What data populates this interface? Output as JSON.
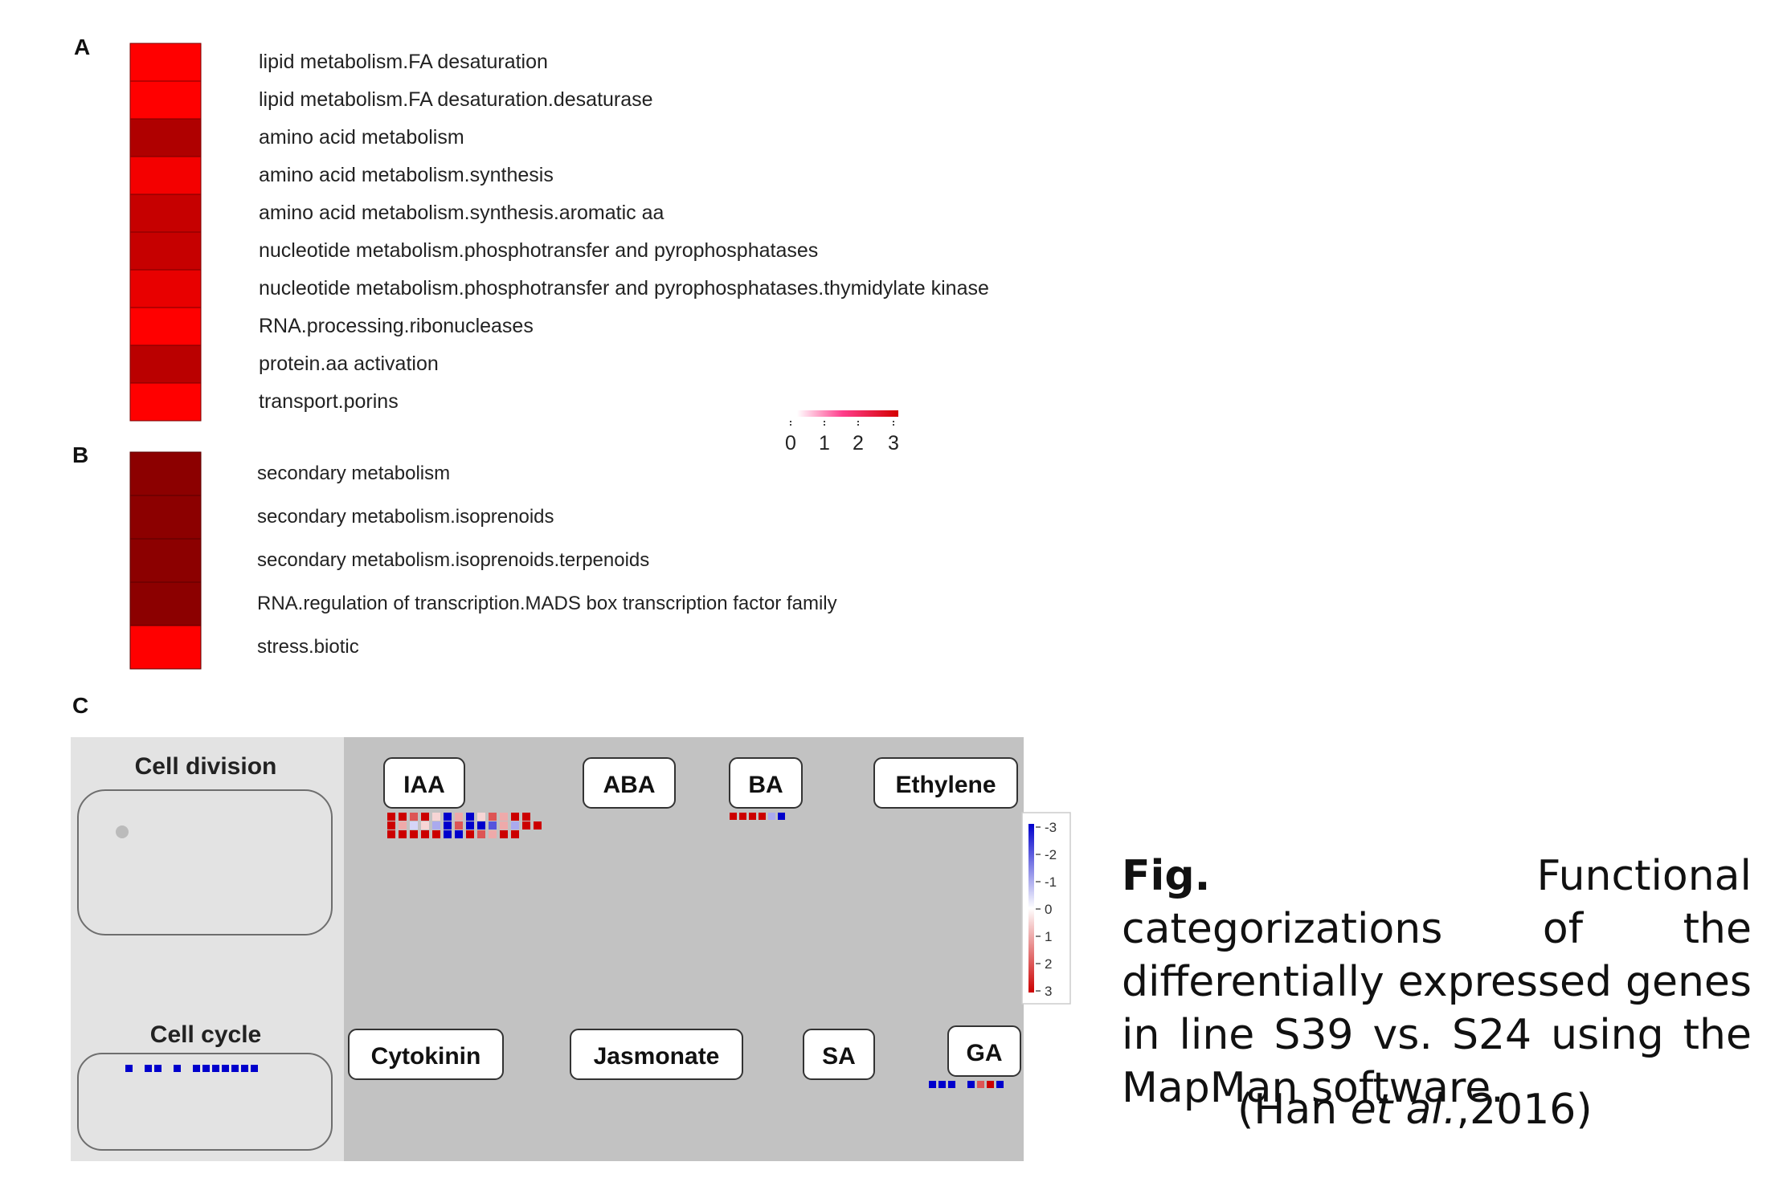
{
  "chart_data": [
    {
      "type": "heatmap",
      "panel_label": "A",
      "categories": [
        "lipid metabolism.FA desaturation",
        "lipid metabolism.FA desaturation.desaturase",
        "amino acid metabolism",
        "amino acid metabolism.synthesis",
        "amino acid metabolism.synthesis.aromatic aa",
        "nucleotide metabolism.phosphotransfer and pyrophosphatases",
        "nucleotide metabolism.phosphotransfer and pyrophosphatases.thymidylate kinase",
        "RNA.processing.ribonucleases",
        "protein.aa activation",
        "transport.porins"
      ],
      "values": [
        2.3,
        2.3,
        3.0,
        2.4,
        2.8,
        2.8,
        2.5,
        2.3,
        2.9,
        2.3
      ],
      "colorscale": {
        "min": 0,
        "max": 3,
        "ticks": [
          "0",
          "1",
          "2",
          "3"
        ],
        "low": "#ffffff",
        "mid": "#ff1a6e",
        "high": "#cc0000"
      }
    },
    {
      "type": "heatmap",
      "panel_label": "B",
      "categories": [
        "secondary metabolism",
        "secondary metabolism.isoprenoids",
        "secondary metabolism.isoprenoids.terpenoids",
        "RNA.regulation of transcription.MADS box transcription factor family",
        "stress.biotic"
      ],
      "values": [
        3.3,
        3.3,
        3.3,
        3.3,
        2.3
      ],
      "colors": [
        "#8c0000",
        "#8c0000",
        "#8c0000",
        "#8c0000",
        "#ff0000"
      ]
    },
    {
      "type": "heatmap",
      "panel_label": "C",
      "groups": [
        {
          "label": "Cell division",
          "values": []
        },
        {
          "label": "Cell cycle",
          "values": [
            -3,
            0,
            -3,
            -3,
            0,
            -3,
            0,
            -3,
            -3,
            -3,
            -3,
            -3,
            -3,
            -3
          ]
        },
        {
          "label": "IAA",
          "values": [
            [
              3,
              3,
              2,
              3,
              0.5,
              -3,
              1,
              -3,
              0.5,
              2,
              1,
              3,
              3
            ],
            [
              3,
              1,
              -0.5,
              0.5,
              -1,
              -3,
              2,
              -3,
              -3,
              -2,
              1,
              -1,
              3,
              3
            ],
            [
              3,
              3,
              3,
              3,
              3,
              -3,
              -3,
              3,
              2,
              1,
              3,
              3,
              0,
              0
            ]
          ]
        },
        {
          "label": "ABA",
          "values": []
        },
        {
          "label": "BA",
          "values": [
            3,
            3,
            3,
            3,
            -1,
            -3
          ]
        },
        {
          "label": "Ethylene",
          "values": []
        },
        {
          "label": "Cytokinin",
          "values": []
        },
        {
          "label": "Jasmonate",
          "values": []
        },
        {
          "label": "SA",
          "values": []
        },
        {
          "label": "GA",
          "values": [
            -3,
            -3,
            -3,
            0,
            -3,
            2,
            3,
            -3
          ]
        }
      ],
      "colorscale": {
        "ticks": [
          "-3",
          "-2",
          "-1",
          "0",
          "1",
          "2",
          "3"
        ],
        "low": "#0000cc",
        "mid": "#ffffff",
        "high": "#cc0000"
      }
    }
  ],
  "caption": {
    "bold_prefix": "Fig.",
    "text": " Functional categorizations of the differentially expressed genes in line S39 vs. S24 using the MapMan software.",
    "citation_before": "(Han ",
    "citation_italic": "et al.",
    "citation_after": ",2016)"
  }
}
